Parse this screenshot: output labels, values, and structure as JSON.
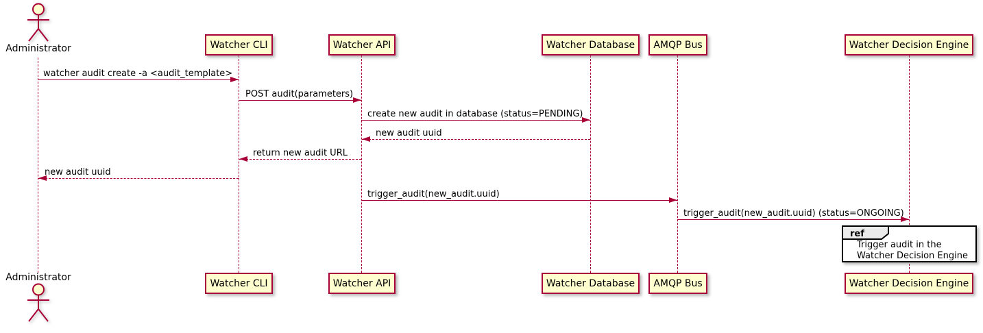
{
  "actor": {
    "label": "Administrator"
  },
  "participants": [
    {
      "id": "watcher-cli",
      "label": "Watcher CLI"
    },
    {
      "id": "watcher-api",
      "label": "Watcher API"
    },
    {
      "id": "watcher-database",
      "label": "Watcher Database"
    },
    {
      "id": "amqp-bus",
      "label": "AMQP Bus"
    },
    {
      "id": "watcher-decision-engine",
      "label": "Watcher Decision Engine"
    }
  ],
  "messages": [
    {
      "from": "Administrator",
      "to": "Watcher CLI",
      "label": "watcher audit create -a <audit_template>",
      "line": "solid",
      "direction": "right"
    },
    {
      "from": "Watcher CLI",
      "to": "Watcher API",
      "label": "POST audit(parameters)",
      "line": "solid",
      "direction": "right"
    },
    {
      "from": "Watcher API",
      "to": "Watcher Database",
      "label": "create new audit in database (status=PENDING)",
      "line": "solid",
      "direction": "right"
    },
    {
      "from": "Watcher Database",
      "to": "Watcher API",
      "label": "new audit uuid",
      "line": "dashed",
      "direction": "left"
    },
    {
      "from": "Watcher API",
      "to": "Watcher CLI",
      "label": "return new audit URL",
      "line": "dashed",
      "direction": "left"
    },
    {
      "from": "Watcher CLI",
      "to": "Administrator",
      "label": "new audit uuid",
      "line": "dashed",
      "direction": "left"
    },
    {
      "from": "Watcher API",
      "to": "AMQP Bus",
      "label": "trigger_audit(new_audit.uuid)",
      "line": "solid",
      "direction": "right"
    },
    {
      "from": "AMQP Bus",
      "to": "Watcher Decision Engine",
      "label": "trigger_audit(new_audit.uuid) (status=ONGOING)",
      "line": "solid",
      "direction": "right"
    }
  ],
  "ref_fragment": {
    "keyword": "ref",
    "over": "Watcher Decision Engine",
    "line1": "Trigger audit in the",
    "line2": "Watcher Decision Engine"
  },
  "colors": {
    "participant_fill": "#FEFECE",
    "participant_border": "#A80036",
    "arrow": "#A80036",
    "lifeline": "#A80036",
    "text": "#000000",
    "ref_border": "#000000",
    "ref_tab_fill": "#EBEBEB",
    "ref_body_fill": "#FFFFFF",
    "background": "#FFFFFF"
  }
}
